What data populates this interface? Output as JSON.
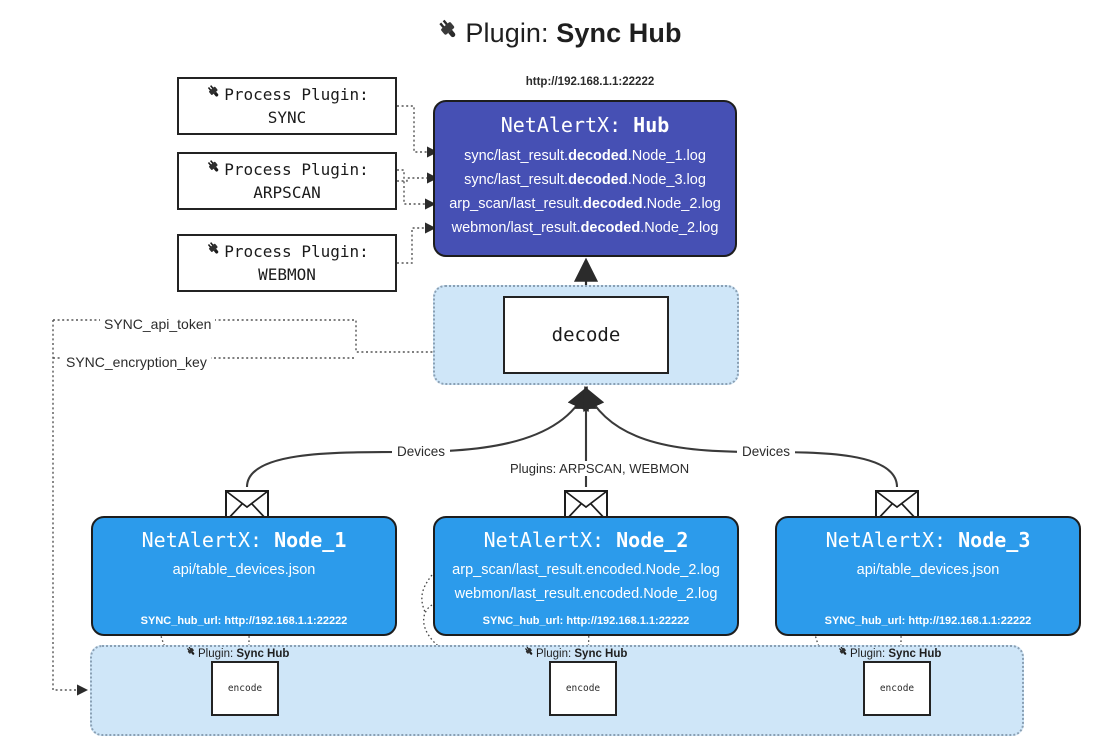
{
  "title": {
    "icon": "electric-plug-icon",
    "label": "Plugin:",
    "value": "Sync Hub"
  },
  "colors": {
    "hub_fill": "#4650b4",
    "node_fill": "#2c9beb",
    "group_fill": "#cfe6f8",
    "group_border": "#8aa0b4",
    "outline": "#1d1d1d",
    "text_dark": "#1f1f1f",
    "text_light": "#ffffff"
  },
  "process_plugins": [
    {
      "icon": "electric-plug-icon",
      "label": "Process Plugin:",
      "name": "SYNC"
    },
    {
      "icon": "electric-plug-icon",
      "label": "Process Plugin:",
      "name": "ARPSCAN"
    },
    {
      "icon": "electric-plug-icon",
      "label": "Process Plugin:",
      "name": "WEBMON"
    }
  ],
  "hub": {
    "url": "http://192.168.1.1:22222",
    "prefix": "NetAlertX:",
    "name": "Hub",
    "logs": [
      {
        "pre": "sync/last_result.",
        "em": "decoded",
        "post": ".Node_1.log"
      },
      {
        "pre": "sync/last_result.",
        "em": "decoded",
        "post": ".Node_3.log"
      },
      {
        "pre": "arp_scan/last_result.",
        "em": "decoded",
        "post": ".Node_2.log"
      },
      {
        "pre": "webmon/last_result.",
        "em": "decoded",
        "post": ".Node_2.log"
      }
    ]
  },
  "decode": {
    "label": "decode"
  },
  "keys": [
    {
      "label": "SYNC_api_token"
    },
    {
      "label": "SYNC_encryption_key"
    }
  ],
  "edge_labels": {
    "left": "Devices",
    "middle": "Plugins: ARPSCAN, WEBMON",
    "right": "Devices"
  },
  "nodes": [
    {
      "prefix": "NetAlertX:",
      "name": "Node_1",
      "lines": [
        "api/table_devices.json"
      ],
      "footer": "SYNC_hub_url: http://192.168.1.1:22222",
      "mail_icon": "envelope-icon"
    },
    {
      "prefix": "NetAlertX:",
      "name": "Node_2",
      "lines": [
        "arp_scan/last_result.encoded.Node_2.log",
        "webmon/last_result.encoded.Node_2.log"
      ],
      "footer": "SYNC_hub_url: http://192.168.1.1:22222",
      "mail_icon": "envelope-icon"
    },
    {
      "prefix": "NetAlertX:",
      "name": "Node_3",
      "lines": [
        "api/table_devices.json"
      ],
      "footer": "SYNC_hub_url: http://192.168.1.1:22222",
      "mail_icon": "envelope-icon"
    }
  ],
  "encoders": [
    {
      "icon": "electric-plug-icon",
      "label": "Plugin:",
      "value": "Sync Hub",
      "box": "encode"
    },
    {
      "icon": "electric-plug-icon",
      "label": "Plugin:",
      "value": "Sync Hub",
      "box": "encode"
    },
    {
      "icon": "electric-plug-icon",
      "label": "Plugin:",
      "value": "Sync Hub",
      "box": "encode"
    }
  ]
}
